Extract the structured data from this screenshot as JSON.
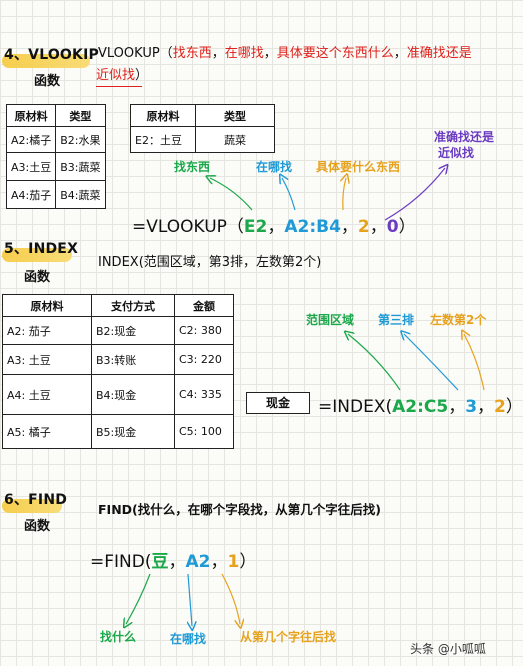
{
  "vlookup": {
    "num": "4、",
    "name": "VLOOKIP",
    "sub": "函数",
    "desc_prefix": "VLOOKUP",
    "desc_open": "（",
    "desc_p1": "找东西",
    "desc_c1": "，",
    "desc_p2": "在哪找",
    "desc_c2": "，",
    "desc_p3": "具体要这个东西什么",
    "desc_c3": "，",
    "desc_p4": "准确找还是",
    "desc_p5": "近似找",
    "desc_close": "）",
    "table1": {
      "headers": [
        "原材料",
        "类型"
      ],
      "rows": [
        [
          "A2:橘子",
          "B2:水果"
        ],
        [
          "A3:土豆",
          "B3:蔬菜"
        ],
        [
          "A4:茄子",
          "B4:蔬菜"
        ]
      ]
    },
    "table2": {
      "headers": [
        "原材料",
        "类型"
      ],
      "rows": [
        [
          "E2：土豆",
          "蔬菜"
        ]
      ]
    },
    "formula": {
      "prefix": "=VLOOKUP（",
      "a1": "E2",
      "s1": "，",
      "a2": "A2:B4",
      "s2": "，",
      "a3": "2",
      "s3": "，",
      "a4": "0",
      "suffix": "）"
    },
    "labels": {
      "l1": "找东西",
      "l2": "在哪找",
      "l3": "具体要什么东西",
      "l4a": "准确找还是",
      "l4b": "近似找"
    }
  },
  "index": {
    "num": "5、",
    "name": "INDEX",
    "sub": "函数",
    "desc": "INDEX(范围区域，第3排，左数第2个)",
    "table": {
      "headers": [
        "原材料",
        "支付方式",
        "金额"
      ],
      "rows": [
        [
          "A2: 茄子",
          "B2:现金",
          "C2: 380"
        ],
        [
          "A3: 土豆",
          "B3:转账",
          "C3: 220"
        ],
        [
          "A4: 土豆",
          "B4:现金",
          "C4: 335"
        ],
        [
          "A5: 橘子",
          "B5:现金",
          "C5: 100"
        ]
      ]
    },
    "result_box": "现金",
    "formula": {
      "prefix": "=INDEX(",
      "a1": "A2:C5",
      "s1": "，",
      "a2": "3",
      "s2": "，",
      "a3": "2",
      "suffix": "）"
    },
    "labels": {
      "l1": "范围区域",
      "l2": "第三排",
      "l3": "左数第2个"
    }
  },
  "find": {
    "num": "6、",
    "name": "FIND",
    "sub": "函数",
    "desc": "FIND(找什么，在哪个字段找，从第几个字往后找)",
    "formula": {
      "prefix": "=FIND(",
      "a1": "豆",
      "s1": "，",
      "a2": "A2",
      "s2": "，",
      "a3": "1",
      "suffix": "）"
    },
    "labels": {
      "l1": "找什么",
      "l2": "在哪找",
      "l3": "从第几个字往后找"
    }
  },
  "watermark": "头条 @小呱呱",
  "colors": {
    "green": "#1aa84a",
    "blue": "#1e9ad6",
    "orange": "#e6a21d",
    "purple": "#6b3cc2",
    "red": "#e0201c",
    "highlight": "#f6c93b"
  }
}
